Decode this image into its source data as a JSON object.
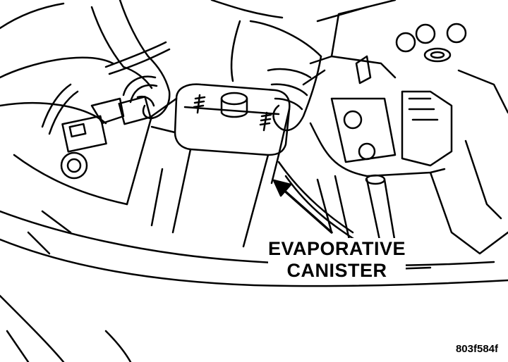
{
  "callout": {
    "line1": "EVAPORATIVE",
    "line2": "CANISTER"
  },
  "figure_id": "803f584f",
  "line_color": "#000000",
  "background_color": "#ffffff"
}
